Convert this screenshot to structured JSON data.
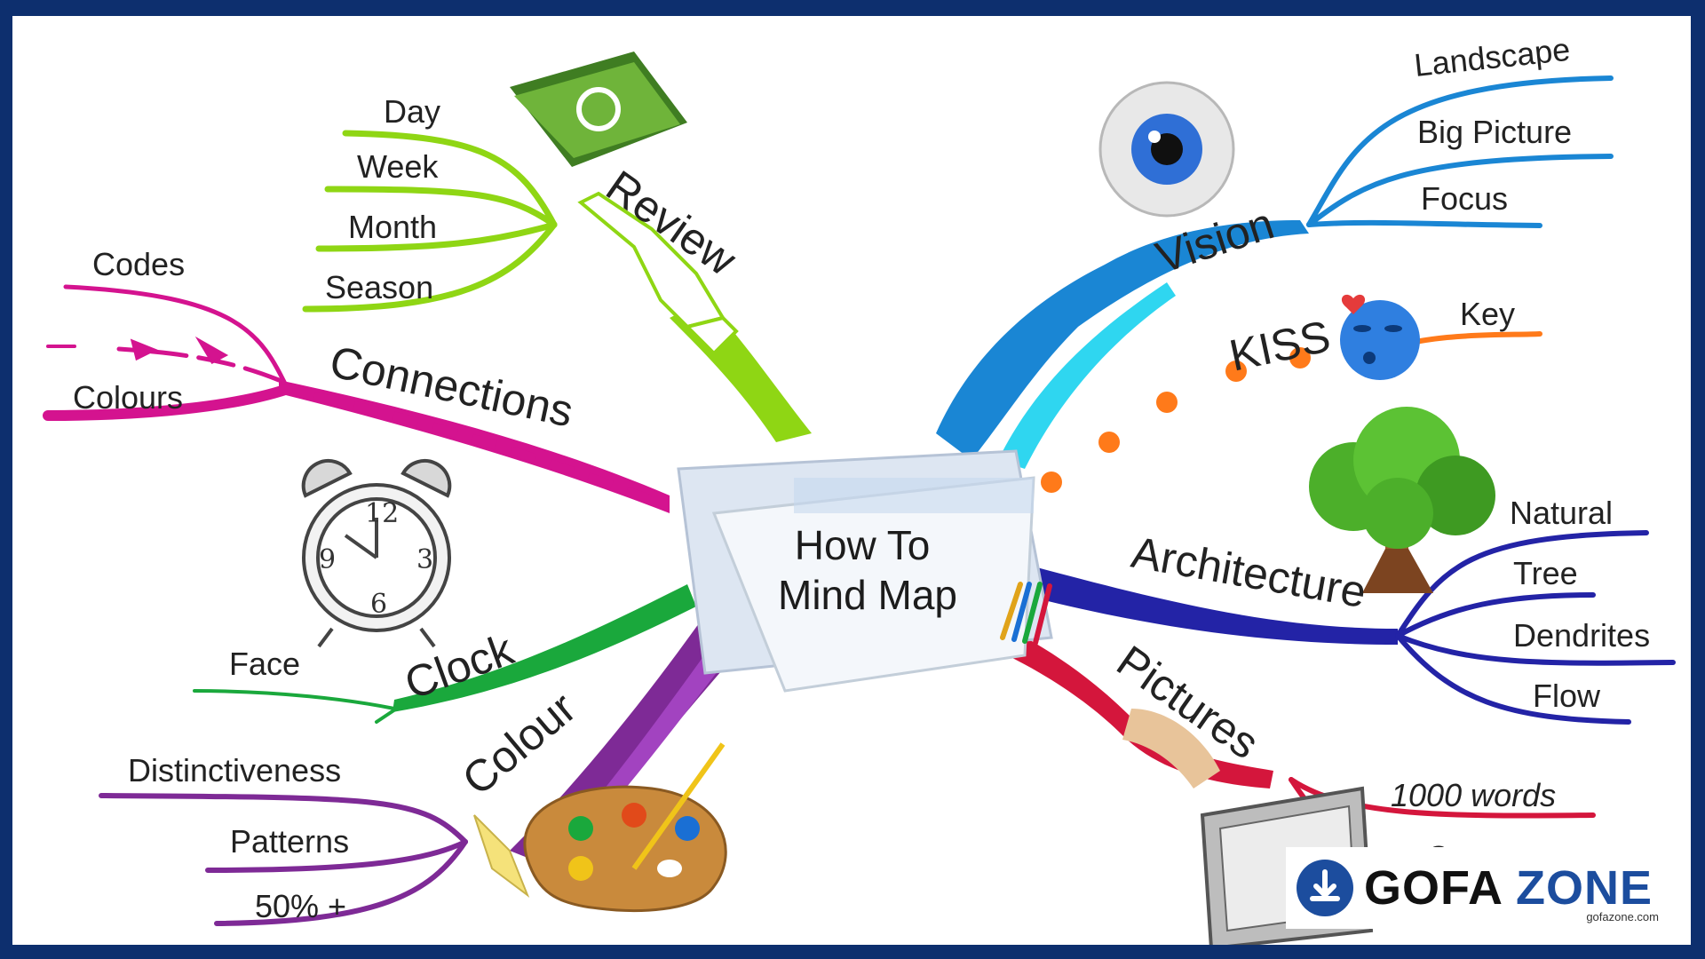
{
  "center": {
    "line1": "How To",
    "line2": "Mind Map"
  },
  "branches": {
    "review": {
      "label": "Review",
      "color": "#8fd614",
      "subs": [
        "Day",
        "Week",
        "Month",
        "Season"
      ]
    },
    "connections": {
      "label": "Connections",
      "color": "#d4138f",
      "subs": [
        "Codes",
        "Colours"
      ]
    },
    "clock": {
      "label": "Clock",
      "color": "#1aa83c",
      "subs": [
        "Face"
      ]
    },
    "colour": {
      "label": "Colour",
      "color": "#7e2a96",
      "subs": [
        "Distinctiveness",
        "Patterns",
        "50% +"
      ]
    },
    "vision": {
      "label": "Vision",
      "color": "#1a86d4",
      "subs": [
        "Landscape",
        "Big Picture",
        "Focus"
      ]
    },
    "kiss": {
      "label": "KISS",
      "color": "#ff7a1a",
      "subs": [
        "Key"
      ]
    },
    "architecture": {
      "label": "Architecture",
      "color": "#2323a6",
      "subs": [
        "Natural",
        "Tree",
        "Dendrites",
        "Flow"
      ]
    },
    "pictures": {
      "label": "Pictures",
      "color": "#d4163c",
      "subs": [
        "1000 words",
        "C..."
      ]
    }
  },
  "logo": {
    "word1": "GOFA",
    "word2": "ZONE",
    "domain": "gofazone.com"
  }
}
